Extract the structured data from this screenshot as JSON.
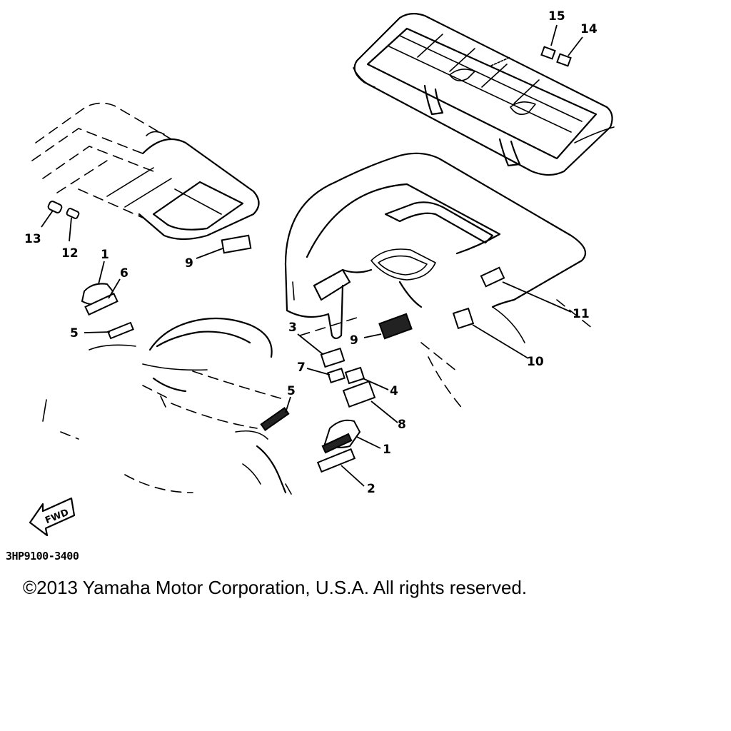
{
  "diagram": {
    "code": "3HP9100-3400",
    "copyright": "©2013 Yamaha Motor Corporation, U.S.A. All rights reserved.",
    "direction_label": "FWD",
    "callouts": {
      "c1a": "1",
      "c1b": "1",
      "c2": "2",
      "c3": "3",
      "c4": "4",
      "c5a": "5",
      "c5b": "5",
      "c6": "6",
      "c7": "7",
      "c8": "8",
      "c9a": "9",
      "c9b": "9",
      "c10": "10",
      "c11": "11",
      "c12": "12",
      "c13": "13",
      "c14": "14",
      "c15": "15"
    }
  }
}
